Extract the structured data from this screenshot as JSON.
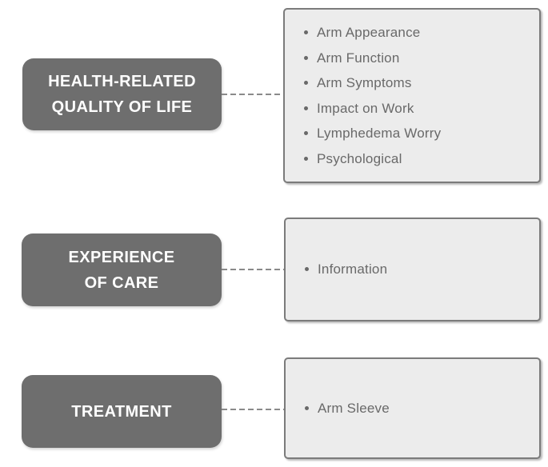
{
  "colors": {
    "page_bg": "#ffffff",
    "category_bg": "#6e6e6e",
    "category_text": "#ffffff",
    "panel_bg": "#ececec",
    "panel_border": "#7b7b7b",
    "item_text": "#696969",
    "connector": "#8a8a8a"
  },
  "rows": [
    {
      "category": "HEALTH-RELATED QUALITY OF LIFE",
      "category_lines": [
        "HEALTH-RELATED",
        "QUALITY OF LIFE"
      ],
      "items": [
        "Arm Appearance",
        "Arm Function",
        "Arm Symptoms",
        "Impact on Work",
        "Lymphedema Worry",
        "Psychological"
      ]
    },
    {
      "category": "EXPERIENCE OF CARE",
      "category_lines": [
        "EXPERIENCE",
        "OF CARE"
      ],
      "items": [
        "Information"
      ]
    },
    {
      "category": "TREATMENT",
      "category_lines": [
        "TREATMENT"
      ],
      "items": [
        "Arm Sleeve"
      ]
    }
  ]
}
